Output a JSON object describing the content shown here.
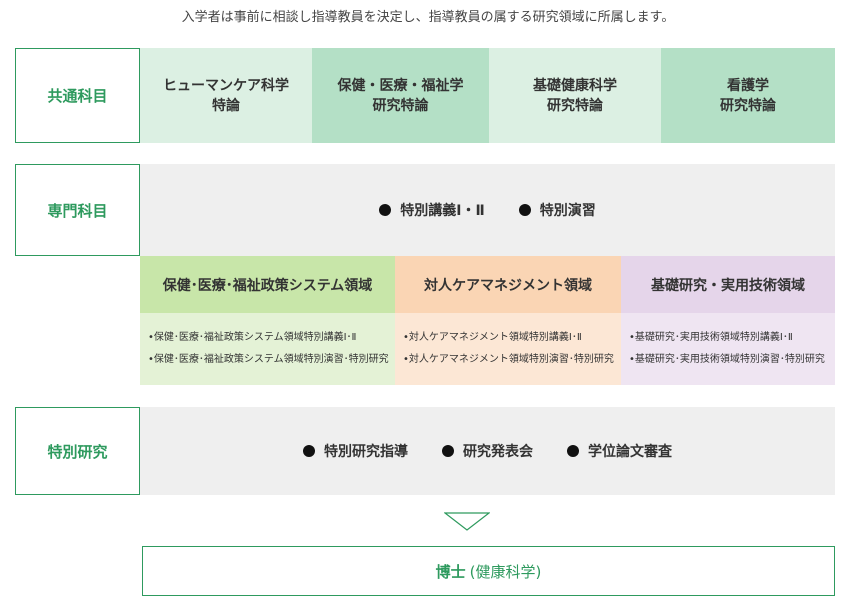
{
  "intro": "入学者は事前に相談し指導教員を決定し、指導教員の属する研究領域に所属します。",
  "common": {
    "label": "共通科目",
    "cells": [
      {
        "text": "ヒューマンケア科学\n特論",
        "color": "#dcf0e3"
      },
      {
        "text": "保健・医療・福祉学\n研究特論",
        "color": "#b4e0c6"
      },
      {
        "text": "基礎健康科学\n研究特論",
        "color": "#dcf0e3"
      },
      {
        "text": "看護学\n研究特論",
        "color": "#b4e0c6"
      }
    ]
  },
  "specialized": {
    "label": "専門科目",
    "items": [
      "特別講義Ⅰ・Ⅱ",
      "特別演習"
    ],
    "domains": [
      {
        "title": "保健･医療･福祉政策システム領域",
        "head_color": "#c8e6a9",
        "body_color": "#e4f2d6",
        "lines": [
          "•保健･医療･福祉政策システム領域特別講義Ⅰ･Ⅱ",
          "•保健･医療･福祉政策システム領域特別演習･特別研究"
        ]
      },
      {
        "title": "対人ケアマネジメント領域",
        "head_color": "#fad5b4",
        "body_color": "#fce7d5",
        "lines": [
          "•対人ケアマネジメント領域特別講義Ⅰ･Ⅱ",
          "•対人ケアマネジメント領域特別演習･特別研究"
        ]
      },
      {
        "title": "基礎研究・実用技術領域",
        "head_color": "#e5d5ea",
        "body_color": "#efe5f2",
        "lines": [
          "•基礎研究･実用技術領域特別講義Ⅰ･Ⅱ",
          "•基礎研究･実用技術領域特別演習･特別研究"
        ]
      }
    ]
  },
  "research": {
    "label": "特別研究",
    "items": [
      "特別研究指導",
      "研究発表会",
      "学位論文審査"
    ]
  },
  "degree": {
    "main": "博士",
    "sub": "(健康科学)"
  }
}
